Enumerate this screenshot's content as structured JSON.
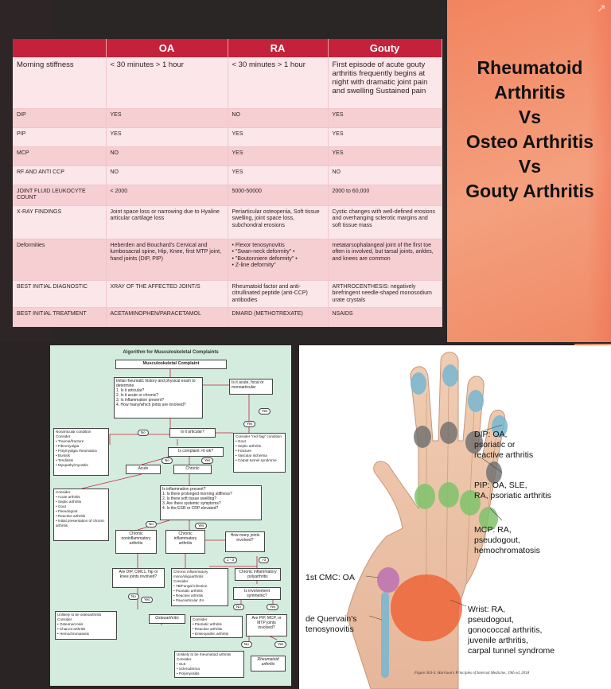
{
  "table": {
    "headers": [
      "",
      "OA",
      "RA",
      "Gouty"
    ],
    "rows": [
      {
        "label": "Morning stiffness",
        "oa": "< 30 minutes > 1 hour",
        "ra": "< 30 minutes > 1 hour",
        "gouty": "First episode of acute gouty arthritis frequently begins at night with dramatic joint pain and swelling Sustained pain"
      },
      {
        "label": "DIP",
        "oa": "YES",
        "ra": "NO",
        "gouty": "YES"
      },
      {
        "label": "PIP",
        "oa": "YES",
        "ra": "YES",
        "gouty": "YES"
      },
      {
        "label": "MCP",
        "oa": "NO",
        "ra": "YES",
        "gouty": "YES"
      },
      {
        "label": "RF AND ANTI CCP",
        "oa": "NO",
        "ra": "YES",
        "gouty": "NO"
      },
      {
        "label": "JOINT FLUID LEUKOCYTE COUNT",
        "oa": "< 2000",
        "ra": "5000-50000",
        "gouty": "2000 to 60,000"
      },
      {
        "label": "X-RAY FINDINGS",
        "oa": "Joint space loss or narrowing due to Hyaline articular cartilage loss",
        "ra": "Periarticular osteopenia, Soft tissue swelling, joint space loss, subchondral erosions",
        "gouty": "Cystic changes with well-defined erosions and overhanging sclerotic margins and soft tissue mass"
      },
      {
        "label": "Deformities",
        "oa": "Heberden and Bouchard's Cervical and lumbosacral spine, Hip, Knee, first MTP joint, hand joints (DIP, PIP)",
        "ra": "• Flexor tenosynovitis\n• \"Swan-neck deformity\" •\n• \"Boutonniere deformity\" •\n• Z-line deformity\"",
        "gouty": "metatarsophalangeal joint of the first toe often is involved, but tarsal joints, ankles, and knees are common"
      },
      {
        "label": "BEST INITIAL DIAGNOSTIC",
        "oa": "XRAY OF THE AFFECTED JOINT/S",
        "ra": "Rheumatoid factor and anti-citrullinated peptide (anti-CCP) antibodies",
        "gouty": "ARTHROCENTHESIS: negatively birefringent needle-shaped monosodium urate crystals"
      },
      {
        "label": "BEST INITIAL TREATMENT",
        "oa": "ACETAMINOPHEN/PARACETAMOL",
        "ra": "DMARD (METHOTREXATE)",
        "gouty": "NSAIDS"
      }
    ]
  },
  "title": [
    "Rheumatoid",
    "Arthritis",
    "Vs",
    "Osteo Arthritis",
    "Vs",
    "Gouty Arthritis"
  ],
  "flow": {
    "heading": "Algorithm for Musculoskeletal Complaints",
    "complaint": "Musculoskeletal Complaint",
    "initial": "Initial rheumatic history and physical exam to determine\n1. Is it articular?\n2. Is it acute or chronic?\n3. Is inflammation present?\n4. How many/which joints are involved?",
    "acute_focal": "Is it acute, focal or monoarticular",
    "nonarticular": "Nonarticular condition\nConsider\n• Trauma/fracture\n• Fibromyalgia\n• Polymyalgia rheumatica\n• Bursitis\n• Tendinitis\n• Myopathy/myositis",
    "articular_q": "Is it articular?",
    "red_flag": "Consider \"red flag\" condition\n• Gout\n• Septic arthritis\n• Fracture\n• Vascular ischemia\n• Carpal tunnel syndrome",
    "six_wk": "Is complaint >6 wk?",
    "acute": "Acute",
    "chronic": "Chronic",
    "consider_acute": "Consider\n• Acute arthritis\n• Septic arthritis\n• Gout\n• Pseudogout\n• Reactive arthritis\n• Initial presentation of chronic arthritis",
    "inflam_q": "Is inflammation present?\n1. Is there prolonged morning stiffness?\n2. Is there soft tissue swelling?\n3. Are there systemic symptoms?\n4. Is the ESR or CRP elevated?",
    "noninflam": "Chronic noninflammatory arthritis",
    "inflam": "Chronic inflammatory arthritis",
    "how_many": "How many joints involved?",
    "dip_q": "Are DIP, CMC1, hip or knee joints involved?",
    "mono": "Chronic inflammatory mono/oligoarthritis\nConsider\n• TB/Fungal infection\n• Psoriatic arthritis\n• Reactive arthritis\n• Pauciarticular JIA",
    "poly": "Chronic inflammatory polyarthritis",
    "symm": "Is involvement symmetric?",
    "unlikely_oa": "Unlikely to be osteoarthritis\nConsider\n• Osteonecrosis\n• Charcot arthritis\n• Hemochromatosis",
    "oa": "Osteoarthritis",
    "consider_psa": "Consider\n• Psoriatic arthritis\n• Reactive arthritis\n• Enteropathic arthritis",
    "pip_q": "Are PIP, MCP, or MTP joints involved?",
    "unlikely_ra": "Unlikely to be rheumatoid arthritis\nConsider\n• SLE\n• Scleroderma\n• Polymyositis",
    "ra": "Rheumatoid arthritis",
    "yes": "Yes",
    "no": "No",
    "range1": "1 - 3",
    "range2": ">3"
  },
  "hand": {
    "dip": "DIP: OA,\npsoriatic or\nreactive arthritis",
    "pip": "PIP: OA, SLE,\nRA, psoriatic arthritis",
    "mcp": "MCP: RA,\npseudogout,\nhemochromatosis",
    "cmc": "1st CMC: OA",
    "dq": "de Quervain's\ntenosynovitis",
    "wrist": "Wrist: RA,\npseudogout,\ngonococcal arthritis,\njuvenile arthritis,\ncarpal tunnel syndrome",
    "caption": "Figure 363-3. Harrison's Principles of Internal Medicine, 19th ed, 2018"
  },
  "colors": {
    "header": "#c5213a",
    "row_pink": "#f6cfd3",
    "row_light": "#fbe7e9",
    "accent": "#f28460"
  }
}
